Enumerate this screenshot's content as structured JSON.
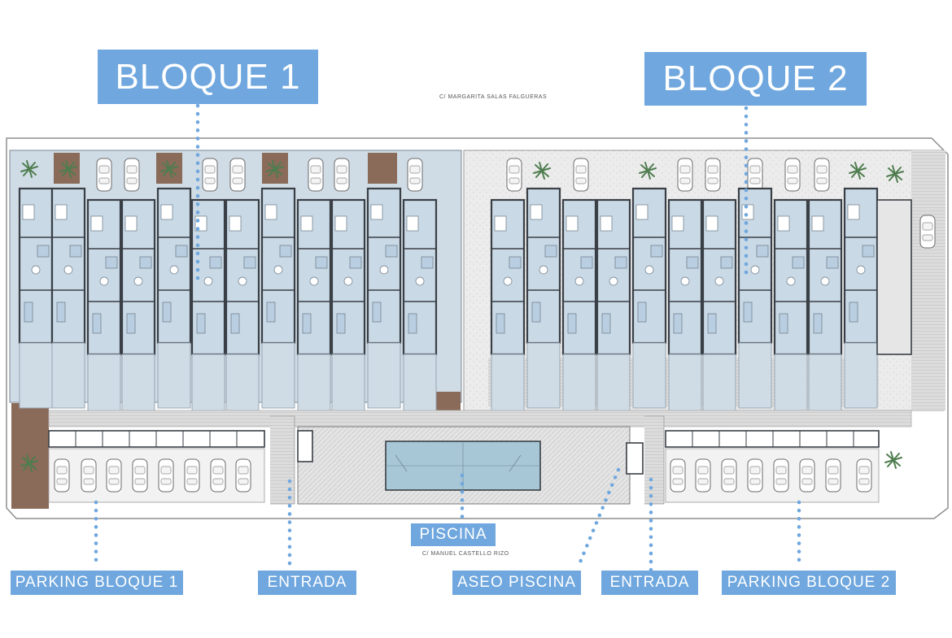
{
  "blocks": {
    "block1": "BLOQUE 1",
    "block2": "BLOQUE 2"
  },
  "streets": {
    "north": "C/ MARGARITA SALAS FALGUERAS",
    "south": "C/ MANUEL CASTELLO RIZO"
  },
  "labels": {
    "pool": "PISCINA",
    "parking1": "PARKING BLOQUE 1",
    "entrance_left": "ENTRADA",
    "pool_restroom": "ASEO PISCINA",
    "entrance_right": "ENTRADA",
    "parking2": "PARKING BLOQUE 2"
  },
  "colors": {
    "label_bg": "#6fa7de",
    "label_text": "#ffffff",
    "unit_fill": "#c9d9e6",
    "unit_wall": "#3a3f45",
    "pool_water": "#a7c6d6",
    "garden": "#8a6a58",
    "terrace": "#d6d6d6",
    "dots": "#6fa7de"
  }
}
